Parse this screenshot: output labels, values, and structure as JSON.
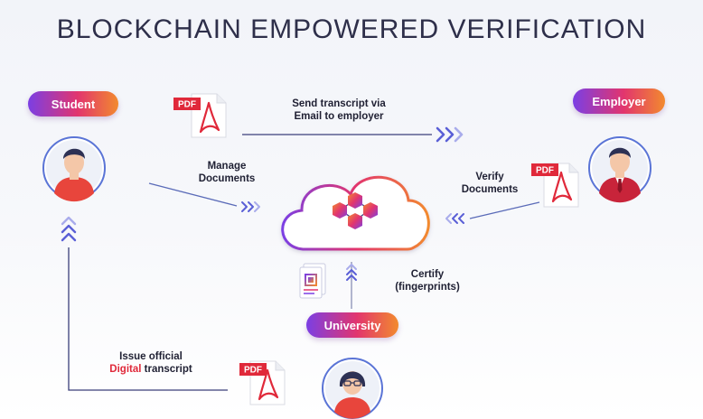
{
  "title": "BLOCKCHAIN EMPOWERED VERIFICATION",
  "actors": {
    "student": "Student",
    "employer": "Employer",
    "university": "University"
  },
  "pdf_label": "PDF",
  "flows": {
    "send": {
      "line1": "Send transcript via",
      "line2": "Email to employer"
    },
    "manage": {
      "line1": "Manage",
      "line2": "Documents"
    },
    "verify": {
      "line1": "Verify",
      "line2": "Documents"
    },
    "certify": {
      "line1": "Certify",
      "line2": "(fingerprints)"
    },
    "issue": {
      "line1": "Issue official",
      "word_highlight": "Digital",
      "word_rest": " transcript"
    }
  },
  "colors": {
    "accent_purple": "#6b4fd8",
    "accent_pink": "#e2356e",
    "accent_orange": "#f28a2e",
    "pdf_red": "#e0293a",
    "line_navy": "#3b3f7a"
  }
}
